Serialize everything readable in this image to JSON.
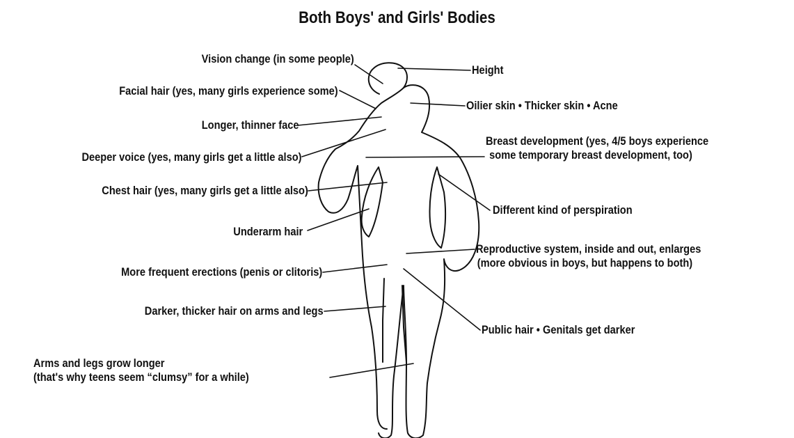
{
  "title": "Both Boys' and Girls' Bodies",
  "labels_left": {
    "vision": "Vision change (in some people)",
    "facial_hair": "Facial hair (yes, many girls experience some)",
    "face": "Longer, thinner face",
    "voice": "Deeper voice (yes, many girls get a little also)",
    "chest_hair": "Chest hair (yes, many girls get a little also)",
    "underarm": "Underarm hair",
    "erections": "More frequent erections (penis or clitoris)",
    "arm_leg_hair": "Darker, thicker hair on arms and legs",
    "limbs_line1": "Arms and legs grow longer",
    "limbs_line2": "(that's why teens seem “clumsy” for a while)"
  },
  "labels_right": {
    "height": "Height",
    "skin": "Oilier skin • Thicker skin • Acne",
    "breast_line1": "Breast development (yes, 4/5 boys experience",
    "breast_line2": "some temporary breast development, too)",
    "perspiration": "Different kind of perspiration",
    "repro_line1": "Reproductive system, inside and out, enlarges",
    "repro_line2": "(more obvious in boys, but happens to both)",
    "pubic": "Public hair • Genitals get darker"
  }
}
